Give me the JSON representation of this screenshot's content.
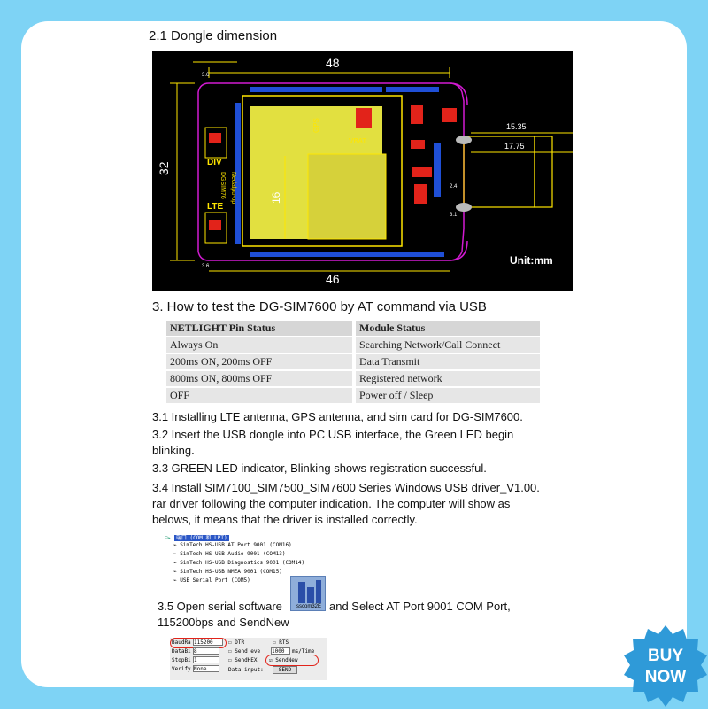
{
  "section_21": {
    "title": "2.1 Dongle dimension"
  },
  "pcb": {
    "dim_top": "48",
    "dim_bottom": "46",
    "dim_left": "32",
    "dim_inner": "16",
    "dim_right1": "15.35",
    "dim_right2": "17.75",
    "dim_small1": "3.6",
    "dim_small2": "3.6",
    "dim_small3": "2.4",
    "dim_small4": "3.1",
    "label_gps": "GPS",
    "label_vbat": "VBAT",
    "label_div": "DIV",
    "label_lte": "LTE",
    "label_ver": "DGSIM76",
    "label_ver2": "Nedalpu-op",
    "unit": "Unit:mm",
    "colors": {
      "board_edge": "#d21ad2",
      "silk": "#ffe600",
      "pad_blue": "#1f4fd6",
      "pad_red": "#e2231a",
      "module": "#e2e040"
    }
  },
  "section_3": {
    "title": "3. How to test the DG-SIM7600 by AT command via USB"
  },
  "table": {
    "headers": [
      "NETLIGHT Pin Status",
      "Module Status"
    ],
    "rows": [
      [
        "Always On",
        "Searching Network/Call Connect"
      ],
      [
        "200ms ON, 200ms OFF",
        "Data Transmit"
      ],
      [
        "800ms ON, 800ms OFF",
        "Registered network"
      ],
      [
        "OFF",
        "Power off / Sleep"
      ]
    ]
  },
  "steps": {
    "s31": "3.1 Installing LTE antenna, GPS antenna, and sim card for DG-SIM7600.",
    "s32a": "3.2 Insert the USB dongle into PC USB interface, the Green LED begin",
    "s32b": "blinking.",
    "s33": "3.3 GREEN LED indicator, Blinking shows registration successful.",
    "s34a": "3.4 Install SIM7100_SIM7500_SIM7600 Series Windows USB driver_V1.00.",
    "s34b": "rar driver following the computer indication. The computer will show as",
    "s34c": "belows, it means that the driver is installed correctly.",
    "s35a_before": "3.5 Open serial software",
    "s35a_after": "and Select AT Port 9001 COM Port,",
    "s35b": "115200bps and SendNew"
  },
  "device_tree": {
    "root": "端口 (COM 和 LPT)",
    "items": [
      "SimTech HS-USB AT Port 9001 (COM16)",
      "SimTech HS-USB Audio 9001 (COM13)",
      "SimTech HS-USB Diagnostics 9001 (COM14)",
      "SimTech HS-USB NMEA 9001 (COM15)",
      "USB Serial Port (COM5)"
    ]
  },
  "serial_app_icon": {
    "name": "sscom-icon",
    "caption": "sscom32E"
  },
  "serial_dialog": {
    "baud_label": "BaudRa",
    "baud_value": "115200",
    "databits_label": "DataBi",
    "databits_value": "8",
    "stopbits_label": "StopBi",
    "stopbits_value": "1",
    "verify_label": "Verify",
    "verify_value": "None",
    "dtr": "DTR",
    "rts": "RTS",
    "send_every": "Send eve",
    "interval": "1000",
    "interval_unit": "ms/Time",
    "send_hex": "SendHEX",
    "send_new": "SendNew",
    "data_input": "Data input:",
    "send_btn": "SEND"
  },
  "badge": {
    "line1": "BUY",
    "line2": "NOW",
    "color": "#2f9ad8"
  }
}
